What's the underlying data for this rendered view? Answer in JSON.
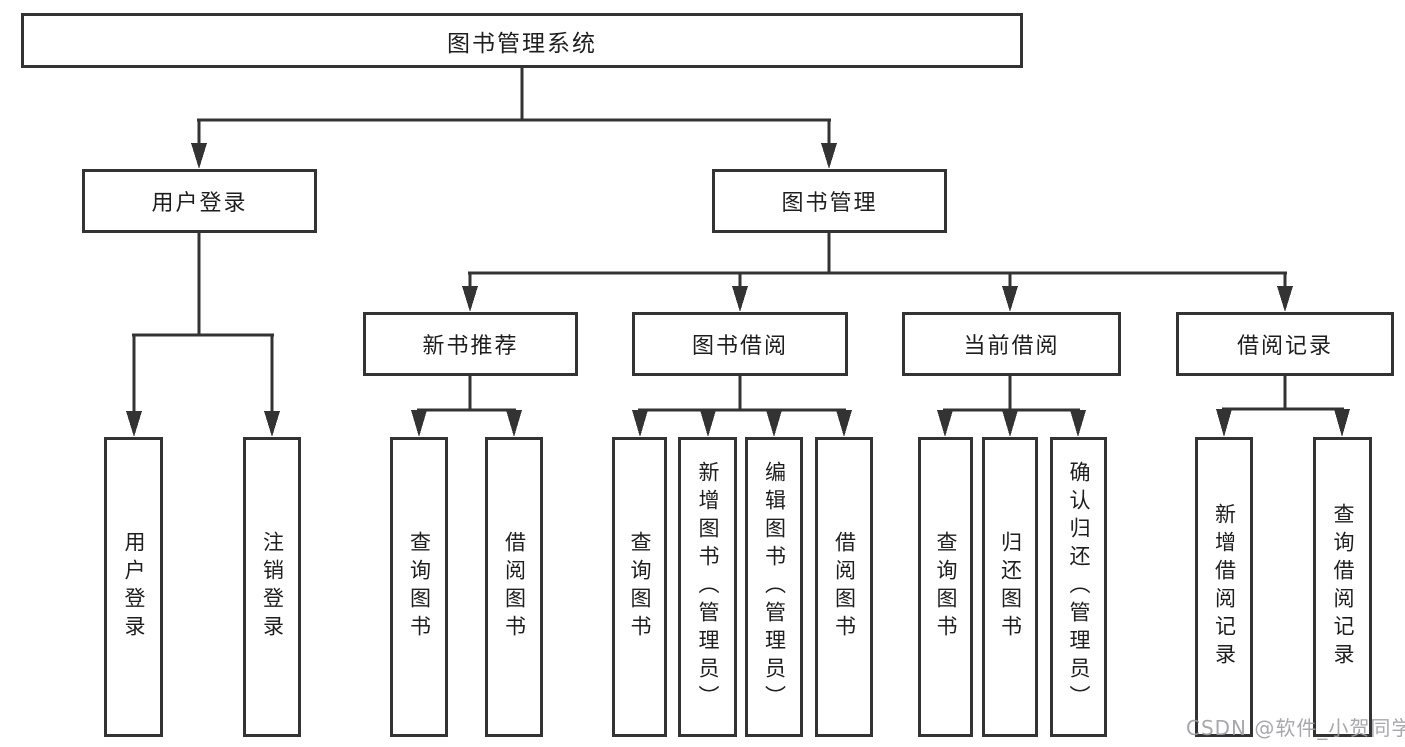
{
  "tree": {
    "root": {
      "label": "图书管理系统"
    },
    "branches": [
      {
        "label": "用户登录",
        "children": [
          {
            "label": "用户登录"
          },
          {
            "label": "注销登录"
          }
        ]
      },
      {
        "label": "图书管理",
        "children": [
          {
            "label": "新书推荐",
            "children": [
              {
                "label": "查询图书"
              },
              {
                "label": "借阅图书"
              }
            ]
          },
          {
            "label": "图书借阅",
            "children": [
              {
                "label": "查询图书"
              },
              {
                "label": "新增图书（管理员）"
              },
              {
                "label": "编辑图书（管理员）"
              },
              {
                "label": "借阅图书"
              }
            ]
          },
          {
            "label": "当前借阅",
            "children": [
              {
                "label": "查询图书"
              },
              {
                "label": "归还图书"
              },
              {
                "label": "确认归还（管理员）"
              }
            ]
          },
          {
            "label": "借阅记录",
            "children": [
              {
                "label": "新增借阅记录"
              },
              {
                "label": "查询借阅记录"
              }
            ]
          }
        ]
      }
    ]
  },
  "watermark": {
    "text": "CSDN @软件_小贺同学"
  },
  "colors": {
    "line": "#333333",
    "text": "#1e1e1e",
    "background": "#ffffff",
    "watermark": "#9e9ea4"
  }
}
